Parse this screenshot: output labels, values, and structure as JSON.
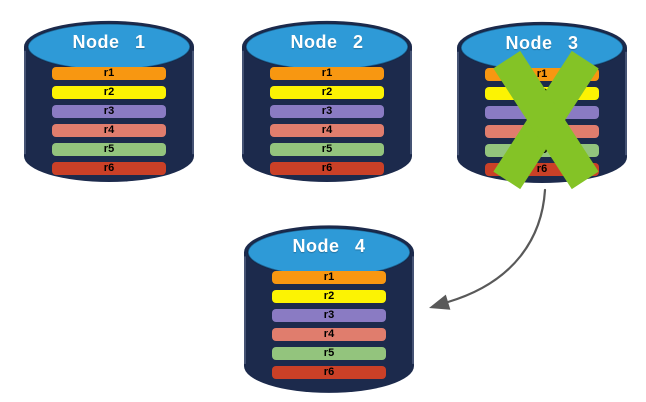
{
  "nodes": [
    {
      "title": "Node 1",
      "status": "active"
    },
    {
      "title": "Node 2",
      "status": "active"
    },
    {
      "title": "Node 3",
      "status": "failed"
    },
    {
      "title": "Node 4",
      "status": "active"
    }
  ],
  "replicas": [
    {
      "label": "r1",
      "color": "#F89711"
    },
    {
      "label": "r2",
      "color": "#FCF303"
    },
    {
      "label": "r3",
      "color": "#8A7BC3"
    },
    {
      "label": "r4",
      "color": "#E07D6D"
    },
    {
      "label": "r5",
      "color": "#93C47D"
    },
    {
      "label": "r6",
      "color": "#CA4027"
    }
  ],
  "arrow": {
    "from": "Node 3",
    "to": "Node 4"
  },
  "colors": {
    "cylinder_body": "#1C2A4C",
    "cylinder_top": "#2E9AD7",
    "failure_x": "#84C326",
    "arrow": "#595959"
  }
}
